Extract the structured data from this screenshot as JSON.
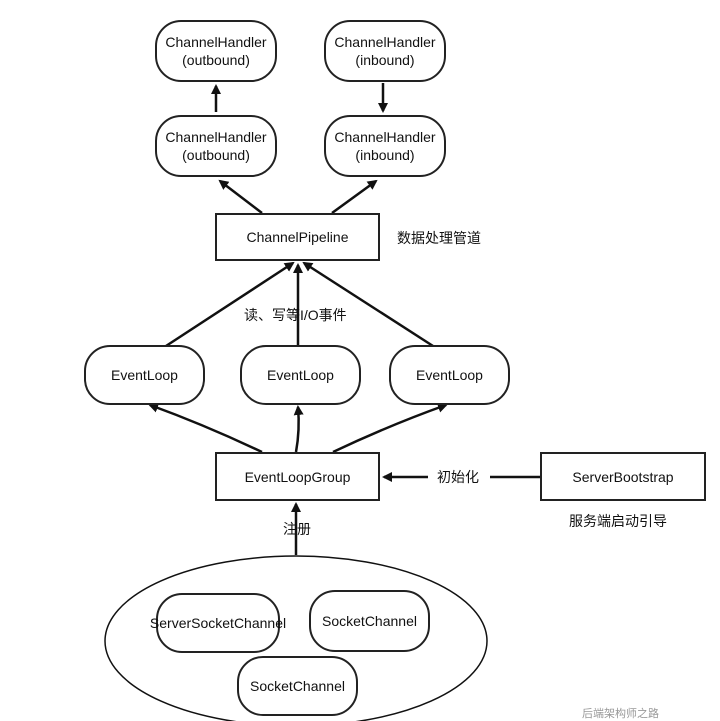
{
  "nodes": {
    "handler_out_top": "ChannelHandler\n(outbound)",
    "handler_in_top": "ChannelHandler\n(inbound)",
    "handler_out_mid": "ChannelHandler\n(outbound)",
    "handler_in_mid": "ChannelHandler\n(inbound)",
    "pipeline": "ChannelPipeline",
    "eventloop_left": "EventLoop",
    "eventloop_center": "EventLoop",
    "eventloop_right": "EventLoop",
    "eventloop_group": "EventLoopGroup",
    "server_bootstrap": "ServerBootstrap",
    "server_socket_channel": "ServerSocketChannel",
    "socket_channel_1": "SocketChannel",
    "socket_channel_2": "SocketChannel"
  },
  "labels": {
    "pipeline_desc": "数据处理管道",
    "io_events": "读、写等I/O事件",
    "init": "初始化",
    "bootstrap_desc": "服务端启动引导",
    "register": "注册"
  },
  "watermark": "后端架构师之路"
}
